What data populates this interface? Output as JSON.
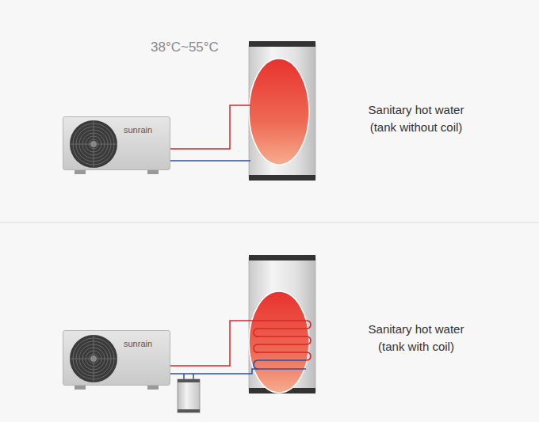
{
  "diagram": {
    "nodes": [
      {
        "text": [
          "sunrain"
        ]
      },
      {
        "text": [
          "sunrain"
        ]
      }
    ],
    "edges": [],
    "labels": [
      "38°C~55°C",
      "Sanitary hot water (tank without coil)",
      "Sanitary hot water (tank with coil)"
    ]
  }
}
